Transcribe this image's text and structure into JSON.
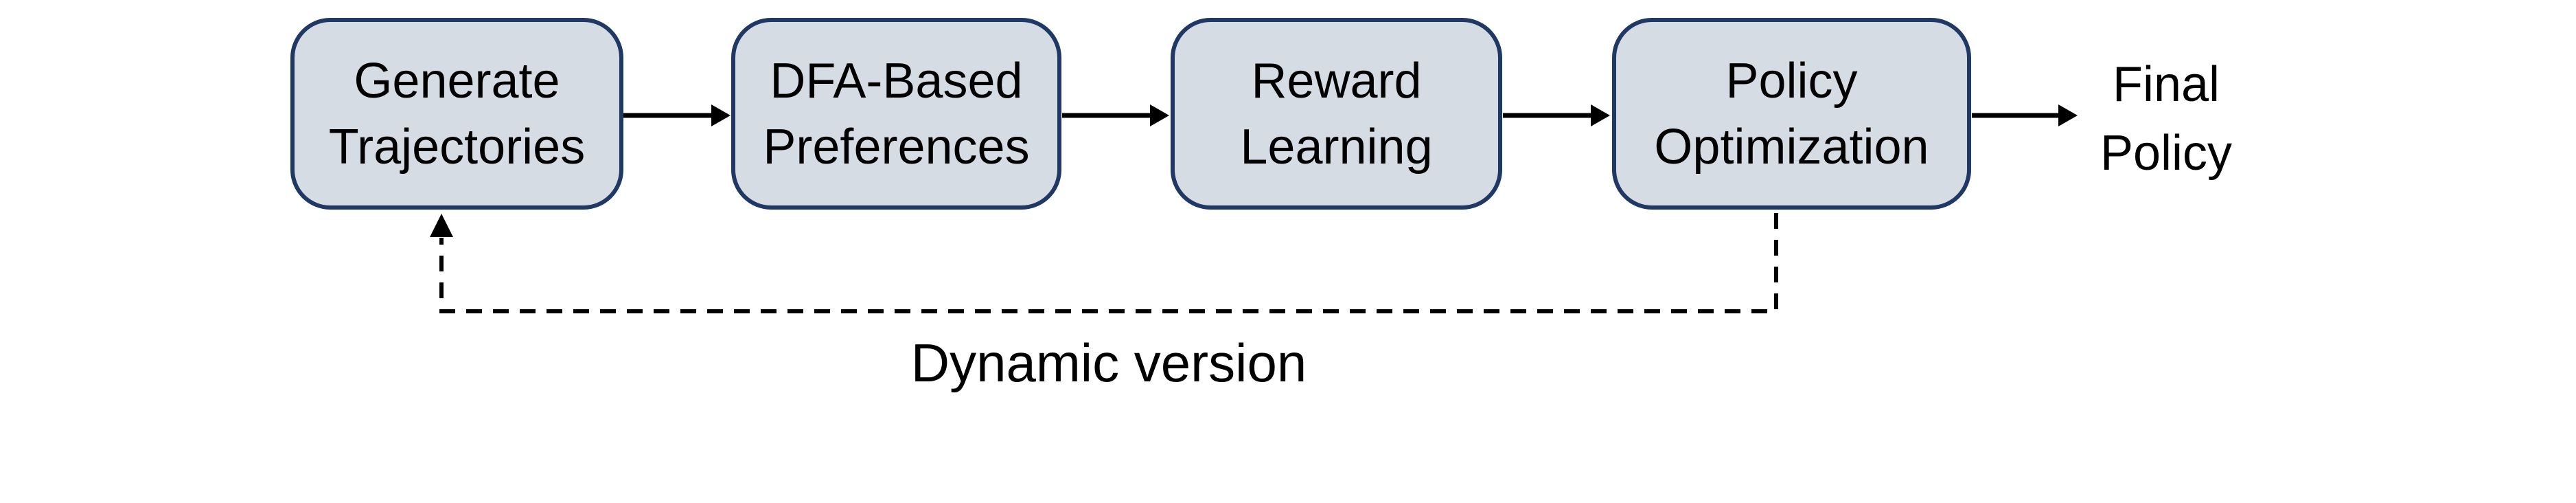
{
  "diagram": {
    "type": "flowchart",
    "direction": "left-to-right",
    "colors": {
      "background": "#ffffff",
      "node_fill": "#d6dce4",
      "node_border": "#1f3864",
      "connector": "#000000",
      "text": "#000000"
    },
    "nodes": [
      {
        "id": "generate-trajectories",
        "lines": [
          "Generate",
          "Trajectories"
        ]
      },
      {
        "id": "dfa-based-preferences",
        "lines": [
          "DFA-Based",
          "Preferences"
        ]
      },
      {
        "id": "reward-learning",
        "lines": [
          "Reward",
          "Learning"
        ]
      },
      {
        "id": "policy-optimization",
        "lines": [
          "Policy",
          "Optimization"
        ]
      }
    ],
    "output": {
      "id": "final-policy",
      "lines": [
        "Final",
        "Policy"
      ]
    },
    "edges": [
      {
        "from": "generate-trajectories",
        "to": "dfa-based-preferences",
        "style": "solid-arrow"
      },
      {
        "from": "dfa-based-preferences",
        "to": "reward-learning",
        "style": "solid-arrow"
      },
      {
        "from": "reward-learning",
        "to": "policy-optimization",
        "style": "solid-arrow"
      },
      {
        "from": "policy-optimization",
        "to": "final-policy",
        "style": "solid-arrow"
      },
      {
        "from": "policy-optimization",
        "to": "generate-trajectories",
        "style": "dashed-arrow",
        "label": "Dynamic version"
      }
    ],
    "feedback_label": "Dynamic version"
  }
}
